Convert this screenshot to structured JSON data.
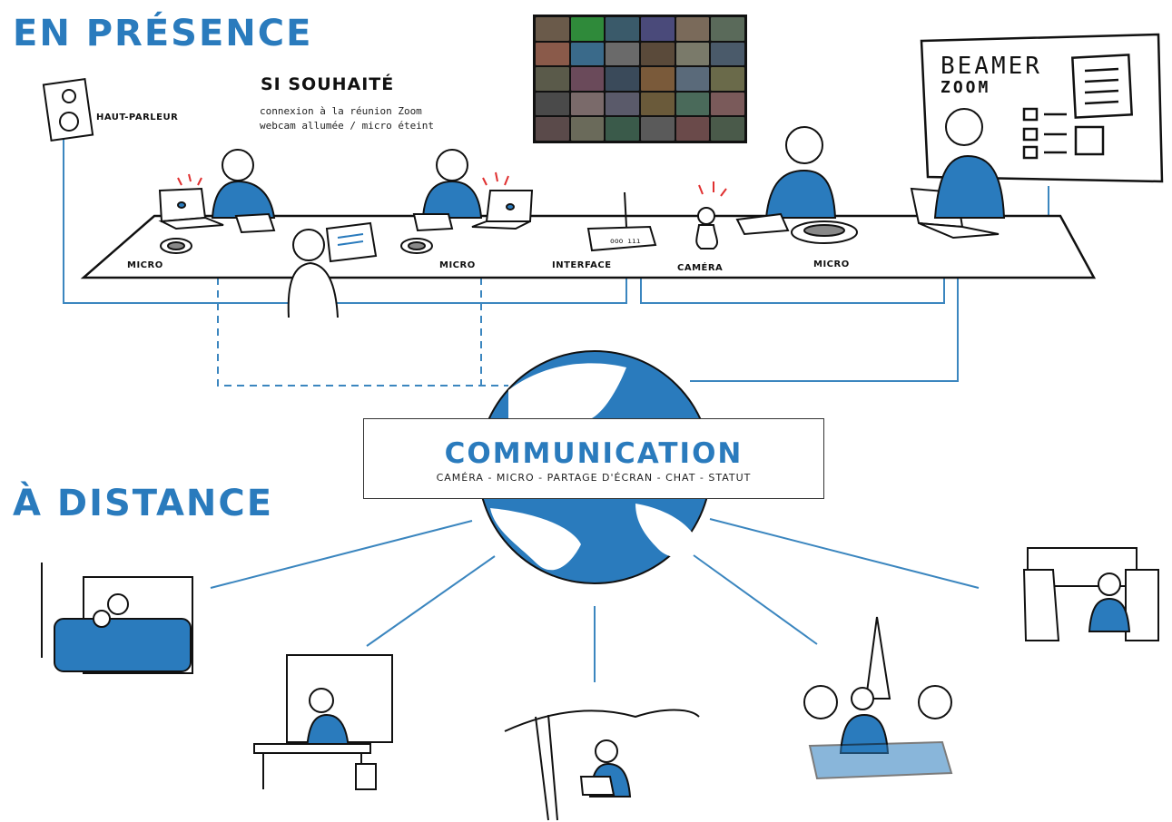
{
  "titles": {
    "presence": "EN PRÉSENCE",
    "distance": "À DISTANCE"
  },
  "optional": {
    "heading": "SI SOUHAITÉ",
    "line1": "connexion à la réunion Zoom",
    "line2": "webcam allumée / micro éteint"
  },
  "labels": {
    "speaker": "HAUT-PARLEUR",
    "micro_left": "MICRO",
    "micro_center": "MICRO",
    "interface": "INTERFACE",
    "camera": "CAMÉRA",
    "micro_right": "MICRO"
  },
  "beamer": {
    "line1": "BEAMER",
    "line2": "ZOOM"
  },
  "communication": {
    "title": "COMMUNICATION",
    "features": "CAMÉRA - MICRO - PARTAGE D'ÉCRAN - CHAT - STATUT"
  },
  "colors": {
    "accent": "#2a7bbd",
    "ink": "#111111",
    "line": "#3b86bf"
  }
}
